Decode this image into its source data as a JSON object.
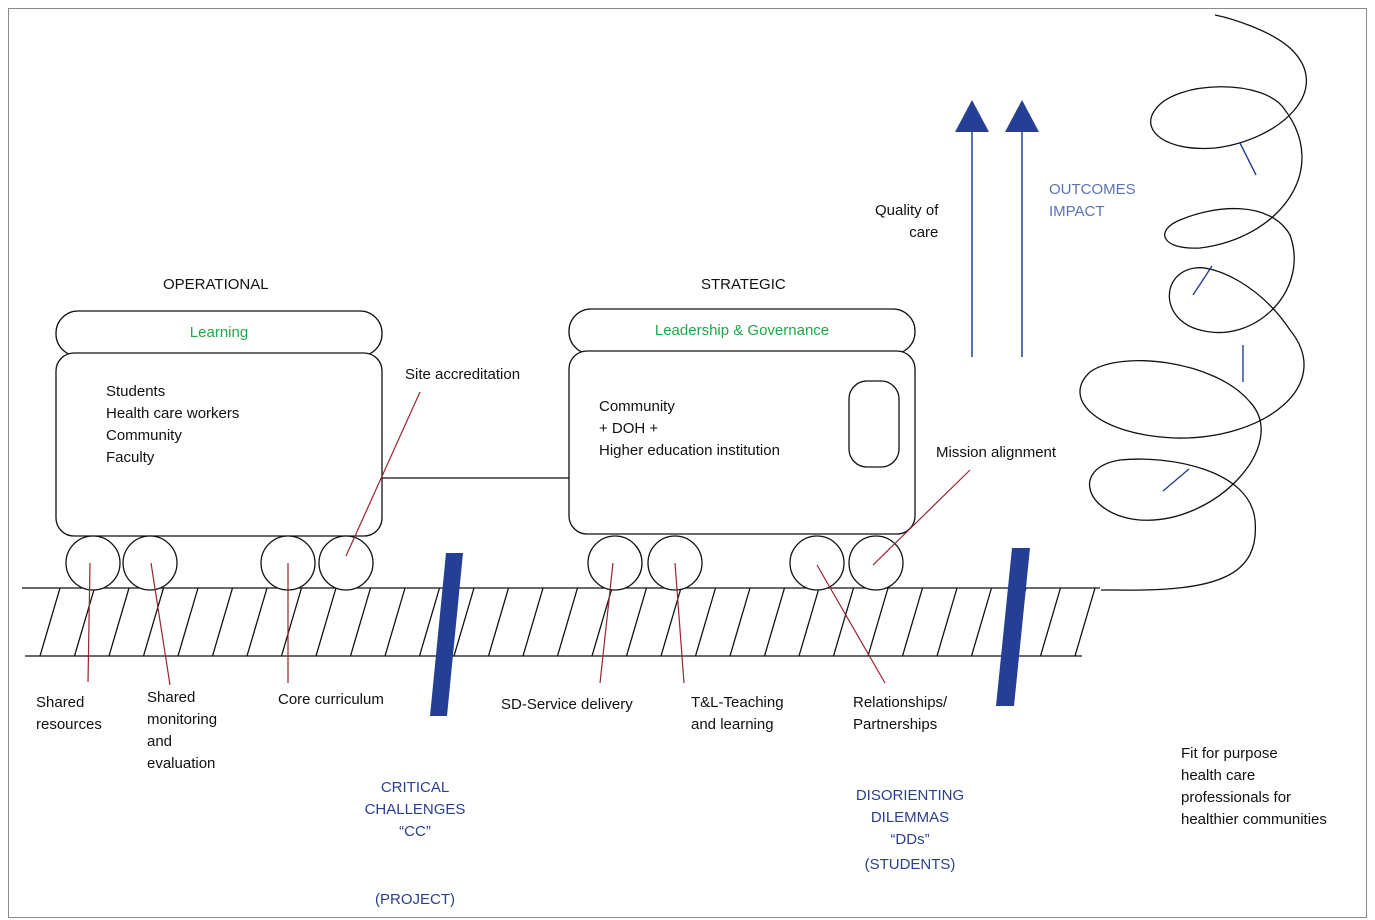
{
  "colors": {
    "wheel_to_label_line": "#9a2430",
    "arrow_and_bar": "#253f94",
    "learning_text": "#1ea94a",
    "blue_label": "#2b3f8f",
    "outcomes_label": "#5b73b0"
  },
  "headers": {
    "operational": "OPERATIONAL",
    "strategic": "STRATEGIC"
  },
  "carriage_left": {
    "roof_label": "Learning",
    "members": [
      "Students",
      "Health care workers",
      "Community",
      "Faculty"
    ]
  },
  "carriage_right": {
    "roof_label": "Leadership & Governance",
    "members": [
      "Community",
      "+ DOH +",
      "Higher education institution"
    ]
  },
  "wheel_labels": {
    "site_accreditation": "Site accreditation",
    "mission_alignment": "Mission alignment",
    "shared_resources": [
      "Shared",
      "resources"
    ],
    "shared_monitoring": [
      "Shared",
      "monitoring",
      "and",
      "evaluation"
    ],
    "core_curriculum": "Core curriculum",
    "service_delivery": "SD-Service delivery",
    "teaching_learning": [
      "T&L-Teaching",
      "and learning"
    ],
    "relationships": [
      "Relationships/",
      "Partnerships"
    ]
  },
  "outcomes": {
    "quality_of_care": [
      "Quality of",
      "care"
    ],
    "outcomes_impact": [
      "OUTCOMES",
      "IMPACT"
    ]
  },
  "bottom": {
    "critical_challenges": [
      "CRITICAL",
      "CHALLENGES",
      "“CC”"
    ],
    "project": "(PROJECT)",
    "disorienting_dilemmas": [
      "DISORIENTING",
      "DILEMMAS",
      "“DDs”"
    ],
    "students": "(STUDENTS)"
  },
  "fit_for_purpose": [
    "Fit for purpose",
    "health care",
    "professionals for",
    "healthier communities"
  ]
}
